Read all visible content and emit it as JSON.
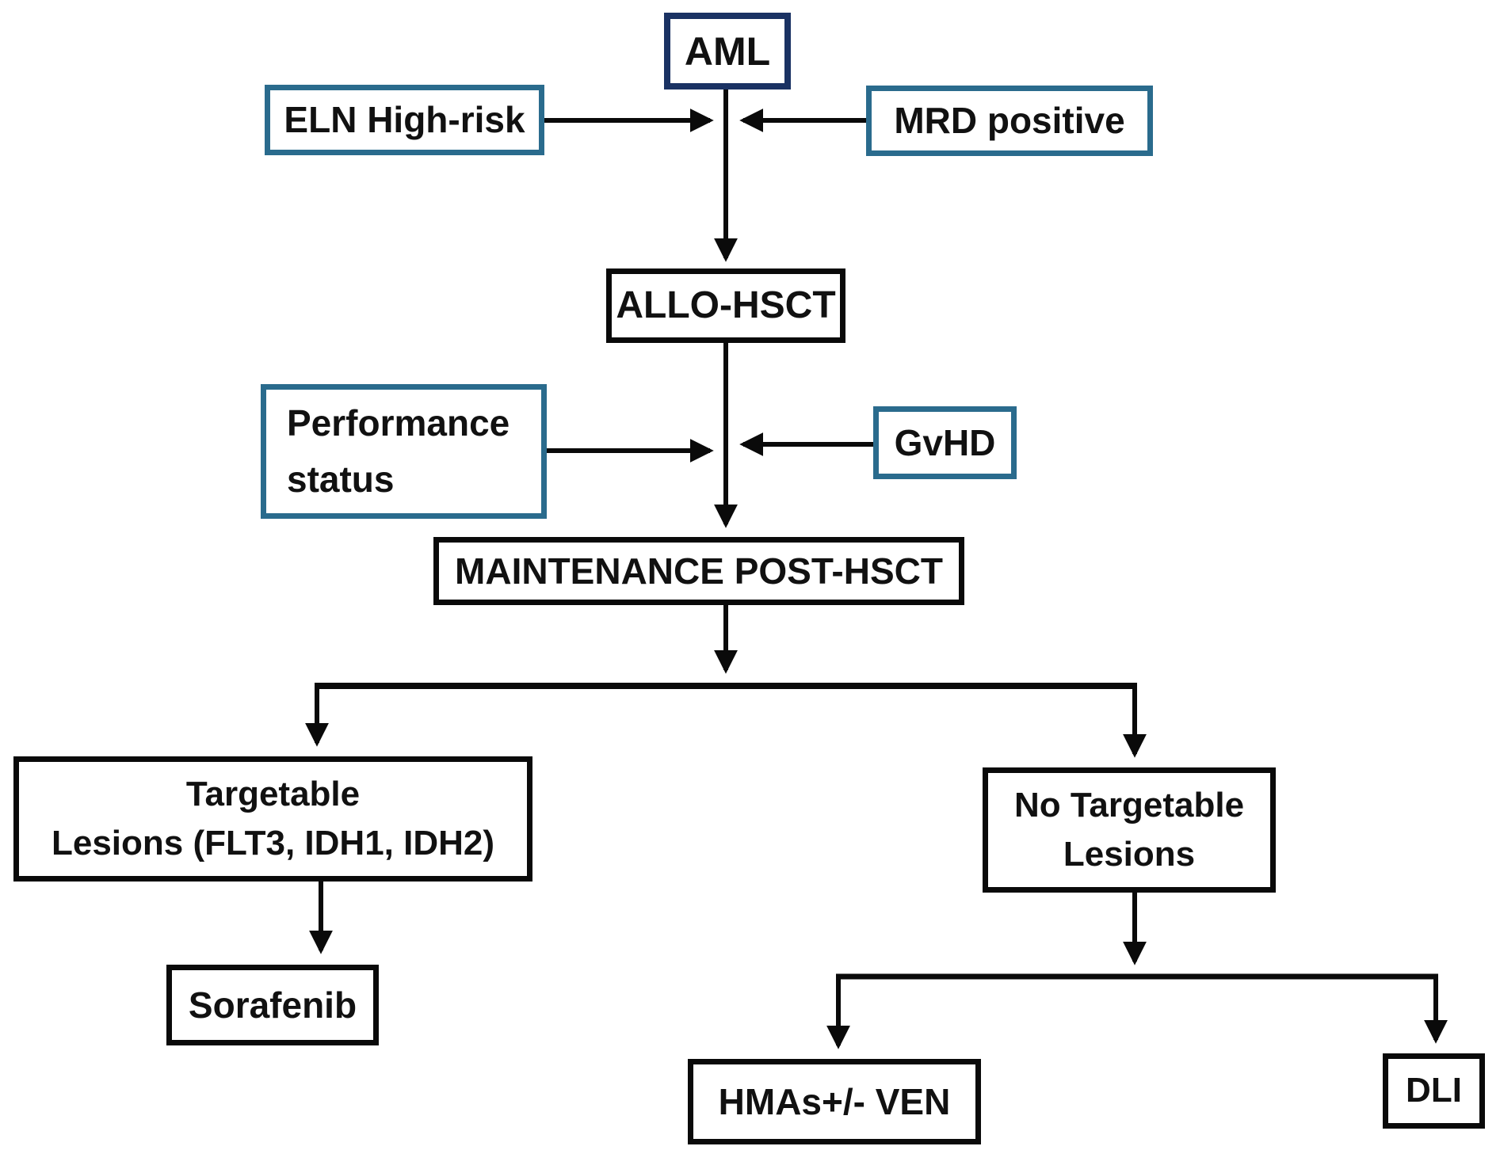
{
  "colors": {
    "navy": "#1a3263",
    "teal": "#2a6b8d",
    "line": "#0a0a0a",
    "text": "#111111",
    "bg": "#ffffff"
  },
  "nodes": {
    "aml": "AML",
    "eln_high_risk": "ELN High-risk",
    "mrd_positive": "MRD positive",
    "allo_hsct": "ALLO-HSCT",
    "performance_line1": "Performance",
    "performance_line2": "status",
    "gvhd": "GvHD",
    "maintenance": "MAINTENANCE POST-HSCT",
    "targetable_line1": "Targetable",
    "targetable_line2": "Lesions (FLT3, IDH1, IDH2)",
    "no_targetable_line1": "No Targetable",
    "no_targetable_line2": "Lesions",
    "sorafenib": "Sorafenib",
    "hmas_ven": "HMAs+/- VEN",
    "dli": "DLI"
  }
}
